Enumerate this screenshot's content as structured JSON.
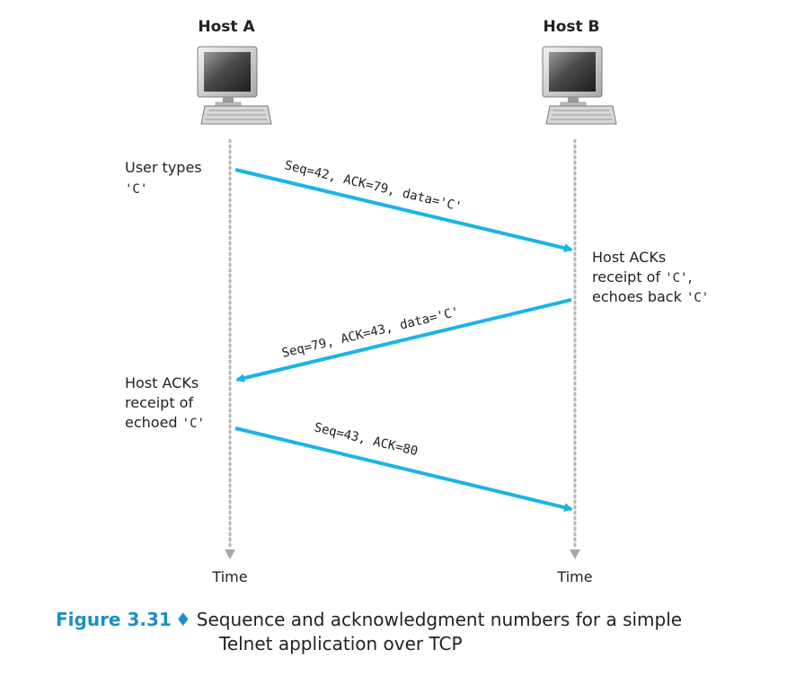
{
  "hosts": {
    "a_label": "Host A",
    "b_label": "Host B"
  },
  "time_label": "Time",
  "annotations": {
    "user_types_1": "User types",
    "user_types_2": "'C'",
    "b_ack_1": "Host ACKs",
    "b_ack_2a": "receipt of ",
    "b_ack_2b": "'C'",
    "b_ack_2c": ",",
    "b_ack_3a": "echoes back ",
    "b_ack_3b": "'C'",
    "a_ack_1": "Host ACKs",
    "a_ack_2": "receipt of",
    "a_ack_3a": "echoed ",
    "a_ack_3b": "'C'"
  },
  "messages": [
    {
      "label": "Seq=42, ACK=79, data='C'"
    },
    {
      "label": "Seq=79, ACK=43, data='C'"
    },
    {
      "label": "Seq=43, ACK=80"
    }
  ],
  "caption": {
    "figure": "Figure 3.31",
    "diamond": "♦",
    "text_line1": "Sequence and acknowledgment numbers for a simple",
    "text_line2": "Telnet application over TCP"
  },
  "colors": {
    "arrow": "#1ab4e8",
    "timeline": "#b8b8b8",
    "accent": "#1a8fc9"
  },
  "icons": [
    "computer-icon"
  ]
}
